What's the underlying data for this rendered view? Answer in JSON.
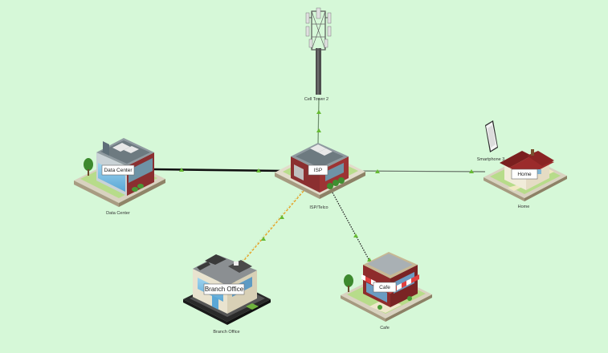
{
  "nodes": {
    "cell_tower": {
      "caption": "Cell Tower 2",
      "icon": "cell-tower-icon"
    },
    "data_center": {
      "caption": "Data Center",
      "badge": "Data Center",
      "icon": "data-center-building-icon"
    },
    "isp": {
      "caption": "ISP/Telco",
      "badge": "ISP",
      "icon": "isp-building-icon"
    },
    "smartphone": {
      "caption": "Smartphone 3",
      "icon": "smartphone-icon"
    },
    "home": {
      "caption": "Home",
      "badge": "Home",
      "icon": "house-icon"
    },
    "branch_office": {
      "caption": "Branch Office",
      "badge": "Branch Office",
      "icon": "office-building-icon"
    },
    "cafe": {
      "caption": "Cafe",
      "badge": "Cafe",
      "icon": "cafe-building-icon"
    }
  },
  "links": [
    {
      "from": "cell_tower",
      "to": "isp",
      "style": "thin green-grey"
    },
    {
      "from": "data_center",
      "to": "isp",
      "style": "thick black"
    },
    {
      "from": "isp",
      "to": "home",
      "style": "thin grey"
    },
    {
      "from": "isp",
      "to": "branch_office",
      "style": "dashed orange"
    },
    {
      "from": "isp",
      "to": "cafe",
      "style": "dotted black"
    }
  ],
  "colors": {
    "background": "#d6f8d8",
    "link_marker": "#66bb33",
    "branch_link": "#e8a020",
    "data_center_link": "#111111"
  }
}
